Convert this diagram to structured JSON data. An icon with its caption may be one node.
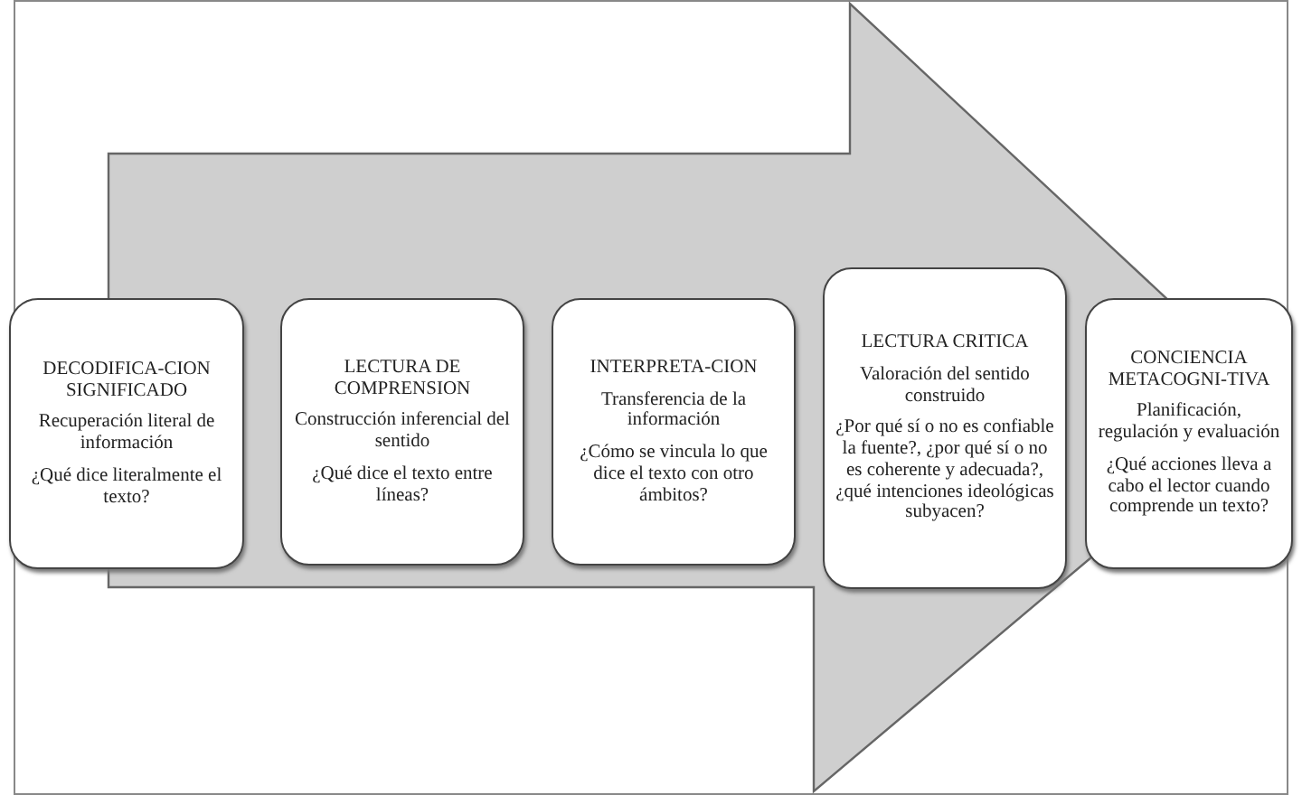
{
  "diagram": {
    "nodes": [
      {
        "text": [
          "DECODIFICA-CION SIGNIFICADO",
          "Recuperación literal de información",
          "¿Qué dice literalmente el texto?"
        ]
      },
      {
        "text": [
          "LECTURA DE COMPRENSION",
          "Construcción inferencial del sentido",
          "¿Qué dice el texto entre líneas?"
        ]
      },
      {
        "text": [
          "INTERPRETA-CION",
          "Transferencia de la información",
          "¿Cómo se vincula lo que dice el texto con otro ámbitos?"
        ]
      },
      {
        "text": [
          "LECTURA CRITICA",
          "Valoración del sentido construido",
          "¿Por qué sí o no es confiable la fuente?, ¿por qué sí o no es coherente y adecuada?, ¿qué intenciones ideológicas subyacen?"
        ]
      },
      {
        "text": [
          "CONCIENCIA METACOGNI-TIVA",
          "Planificación, regulación y evaluación",
          "¿Qué acciones lleva a cabo el lector cuando comprende un texto?"
        ]
      }
    ],
    "edges": [
      {
        "from": 0,
        "to": 4,
        "arrow": "to"
      }
    ]
  }
}
